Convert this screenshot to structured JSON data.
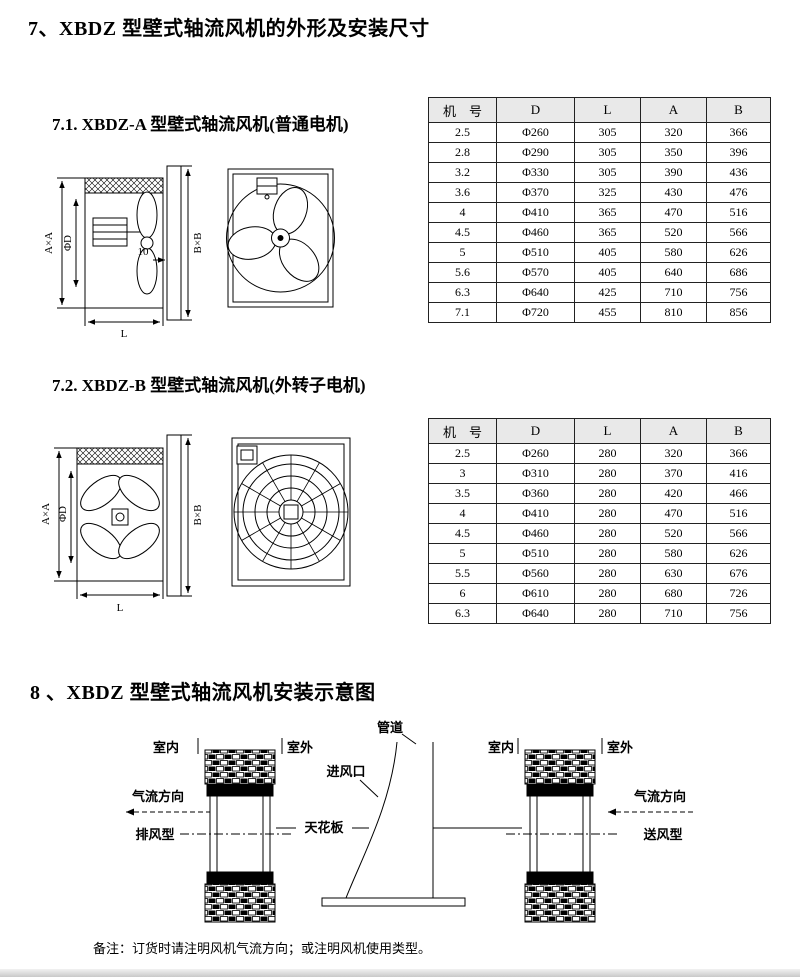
{
  "titles": {
    "section7": "7、XBDZ 型壁式轴流风机的外形及安装尺寸",
    "section71": "7.1. XBDZ-A 型壁式轴流风机(普通电机)",
    "section72": "7.2. XBDZ-B 型壁式轴流风机(外转子电机)",
    "section8": "8 、XBDZ 型壁式轴流风机安装示意图",
    "footnote": "备注：订货时请注明风机气流方向；或注明风机使用类型。"
  },
  "dim_labels": {
    "axa": "A×A",
    "phi_d": "ΦD",
    "bxb": "B×B",
    "gap10": "10",
    "length": "L"
  },
  "table_a": {
    "headers": [
      "机　号",
      "D",
      "L",
      "A",
      "B"
    ],
    "rows": [
      [
        "2.5",
        "Φ260",
        "305",
        "320",
        "366"
      ],
      [
        "2.8",
        "Φ290",
        "305",
        "350",
        "396"
      ],
      [
        "3.2",
        "Φ330",
        "305",
        "390",
        "436"
      ],
      [
        "3.6",
        "Φ370",
        "325",
        "430",
        "476"
      ],
      [
        "4",
        "Φ410",
        "365",
        "470",
        "516"
      ],
      [
        "4.5",
        "Φ460",
        "365",
        "520",
        "566"
      ],
      [
        "5",
        "Φ510",
        "405",
        "580",
        "626"
      ],
      [
        "5.6",
        "Φ570",
        "405",
        "640",
        "686"
      ],
      [
        "6.3",
        "Φ640",
        "425",
        "710",
        "756"
      ],
      [
        "7.1",
        "Φ720",
        "455",
        "810",
        "856"
      ]
    ]
  },
  "table_b": {
    "headers": [
      "机　号",
      "D",
      "L",
      "A",
      "B"
    ],
    "rows": [
      [
        "2.5",
        "Φ260",
        "280",
        "320",
        "366"
      ],
      [
        "3",
        "Φ310",
        "280",
        "370",
        "416"
      ],
      [
        "3.5",
        "Φ360",
        "280",
        "420",
        "466"
      ],
      [
        "4",
        "Φ410",
        "280",
        "470",
        "516"
      ],
      [
        "4.5",
        "Φ460",
        "280",
        "520",
        "566"
      ],
      [
        "5",
        "Φ510",
        "280",
        "580",
        "626"
      ],
      [
        "5.5",
        "Φ560",
        "280",
        "630",
        "676"
      ],
      [
        "6",
        "Φ610",
        "280",
        "680",
        "726"
      ],
      [
        "6.3",
        "Φ640",
        "280",
        "710",
        "756"
      ]
    ]
  },
  "install": {
    "duct": "管道",
    "air_inlet": "进风口",
    "ceiling": "天花板",
    "indoor": "室内",
    "outdoor": "室外",
    "airflow": "气流方向",
    "exhaust_type": "排风型",
    "supply_type": "送风型"
  }
}
